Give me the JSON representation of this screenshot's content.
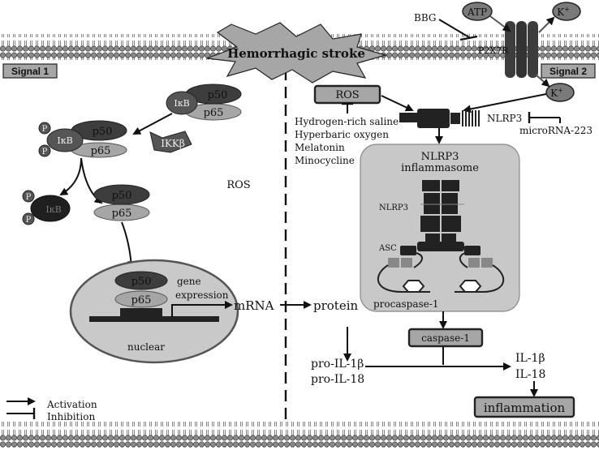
{
  "title": "Hemorrhagic stroke",
  "signal1": "Signal 1",
  "signal2": "Signal 2",
  "left": {
    "p50": "p50",
    "p65": "p65",
    "ikb": "IκB",
    "ikkb": "IKKβ",
    "p": "P",
    "ros": "ROS",
    "gene_expression_1": "gene",
    "gene_expression_2": "expression",
    "nuclear": "nuclear",
    "mrna": "mRNA",
    "protein": "protein"
  },
  "right": {
    "bbg": "BBG",
    "atp": "ATP",
    "k_plus": "K",
    "k_sup": "+",
    "p2x7r": "P2X7R",
    "ros": "ROS",
    "nlrp3_label": "NLRP3",
    "microrna": "microRNA-223",
    "treatments": [
      "Hydrogen-rich saline",
      "Hyperbaric oxygen",
      "Melatonin",
      "Minocycline"
    ],
    "inflammasome_title_1": "NLRP3",
    "inflammasome_title_2": "inflammasome",
    "nlrp3_small": "NLRP3",
    "asc": "ASC",
    "procaspase": "procaspase-1",
    "caspase": "caspase-1",
    "pro_il1b": "pro-IL-1β",
    "pro_il18": "pro-IL-18",
    "il1b": "IL-1β",
    "il18": "IL-18",
    "inflammation": "inflammation"
  },
  "legend": {
    "activation": "Activation",
    "inhibition": "Inhibition"
  },
  "colors": {
    "dark_protein": "#3d3d3d",
    "light_protein": "#a6a6a6",
    "box_fill": "#a6a6a6",
    "inflammasome_bg": "#c8c8c8",
    "nucleus": "#c9c9c9",
    "membrane_head": "#8a8a8a"
  }
}
